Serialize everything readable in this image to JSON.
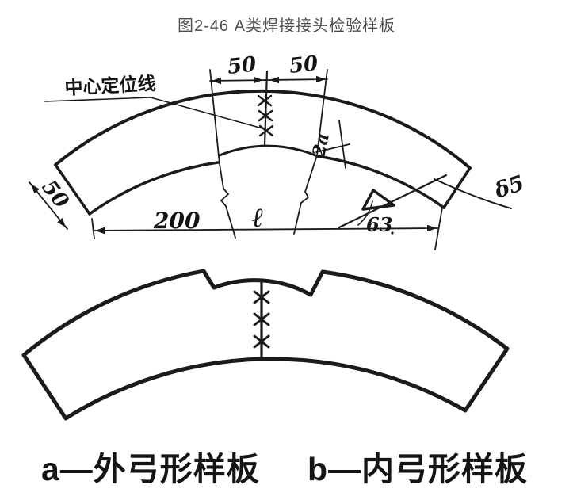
{
  "title": "图2-46 A类焊接接头检验样板",
  "colors": {
    "ink": "#1b1b1b",
    "title_text": "#4e4e4e",
    "caption_text": "#151515",
    "background": "#ffffff"
  },
  "figure_a": {
    "label_center_line": "中心定位线",
    "dim_top_left": "50",
    "dim_top_right": "50",
    "dim_left_width": "50",
    "dim_bottom": "200",
    "dim_gap": "ℓ",
    "dim_notch_depth": "2a",
    "angle_value": "63",
    "thickness": "δ5"
  },
  "caption": {
    "a": "a—外弓形样板",
    "b": "b—内弓形样板"
  }
}
